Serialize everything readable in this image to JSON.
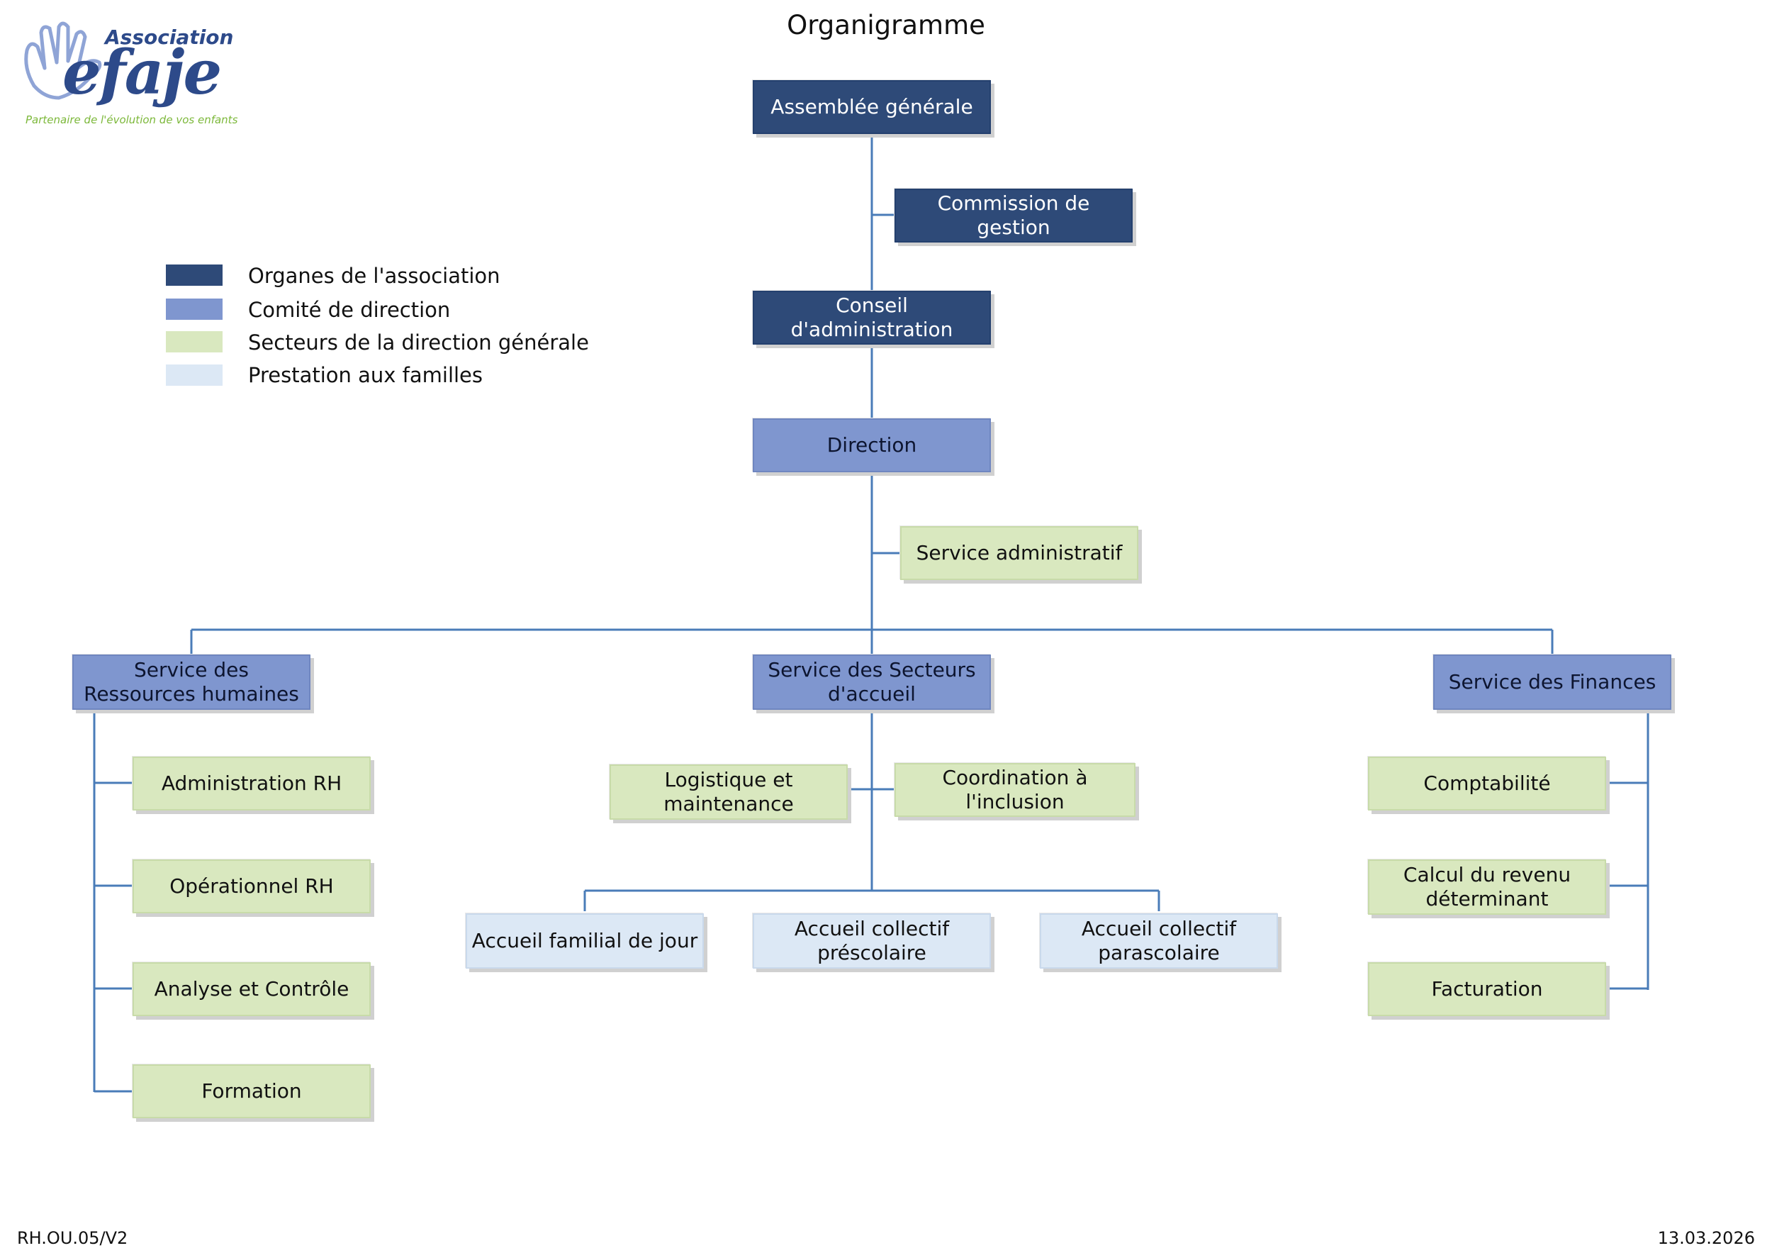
{
  "title": "Organigramme",
  "logo": {
    "association": "Association",
    "name": "efaje",
    "tagline": "Partenaire de l'évolution de vos enfants"
  },
  "colors": {
    "organes": "#2e4a78",
    "comite": "#7f96cf",
    "secteurs": "#d9e8bf",
    "prestation": "#dce8f5",
    "connector": "#4a7cb8"
  },
  "legend": [
    {
      "label": "Organes de l'association"
    },
    {
      "label": "Comité de direction"
    },
    {
      "label": "Secteurs de la direction générale"
    },
    {
      "label": "Prestation aux familles"
    }
  ],
  "nodes": {
    "assemblee": "Assemblée générale",
    "commission": "Commission de gestion",
    "conseil": "Conseil d'administration",
    "direction": "Direction",
    "service_admin": "Service administratif",
    "rh": "Service des Ressources humaines",
    "secteurs": "Service des Secteurs d'accueil",
    "finances": "Service des Finances",
    "admin_rh": "Administration RH",
    "operationnel_rh": "Opérationnel RH",
    "analyse": "Analyse et Contrôle",
    "formation": "Formation",
    "logistique": "Logistique et maintenance",
    "coordination": "Coordination à l'inclusion",
    "familial": "Accueil familial de jour",
    "prescolaire": "Accueil collectif préscolaire",
    "parascolaire": "Accueil collectif parascolaire",
    "comptabilite": "Comptabilité",
    "revenu": "Calcul du revenu déterminant",
    "facturation": "Facturation"
  },
  "footer": {
    "doc_ref": "RH.OU.05/V2",
    "date": "13.03.2026"
  }
}
